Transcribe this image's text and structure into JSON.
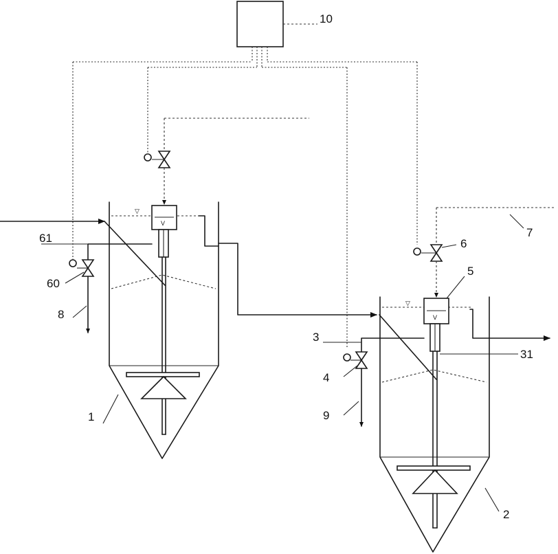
{
  "labels": {
    "controller": "10",
    "tank_1": "1",
    "tank_2": "2",
    "pipe_3": "3",
    "valve_4": "4",
    "unit_5": "5",
    "valve_6": "6",
    "line_7": "7",
    "line_8": "8",
    "line_9": "9",
    "pipe_31": "31",
    "valve_60": "60",
    "pipe_61": "61"
  },
  "level_marks": {
    "tank_1_level": "▽",
    "tank_2_level": "▽",
    "unit_1_mark": "V",
    "unit_5_mark": "V"
  }
}
